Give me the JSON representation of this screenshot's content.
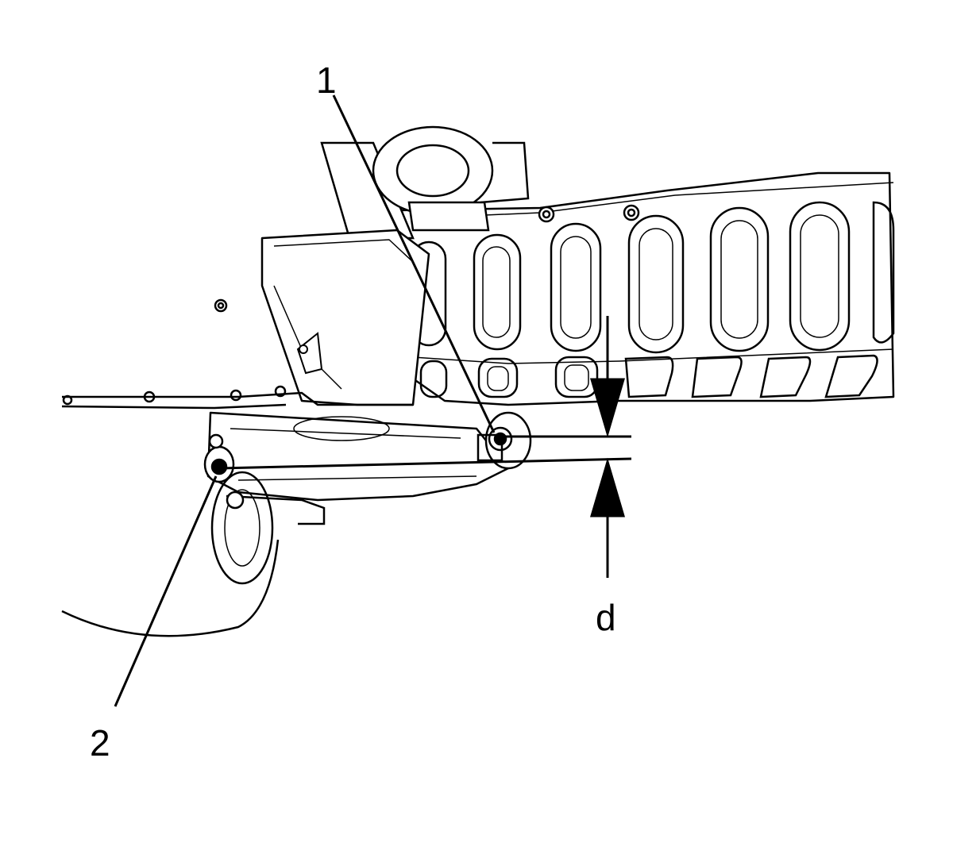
{
  "callouts": {
    "item_1": "1",
    "item_2": "2",
    "dimension": "d"
  },
  "colors": {
    "line": "#000000",
    "background": "#ffffff"
  }
}
